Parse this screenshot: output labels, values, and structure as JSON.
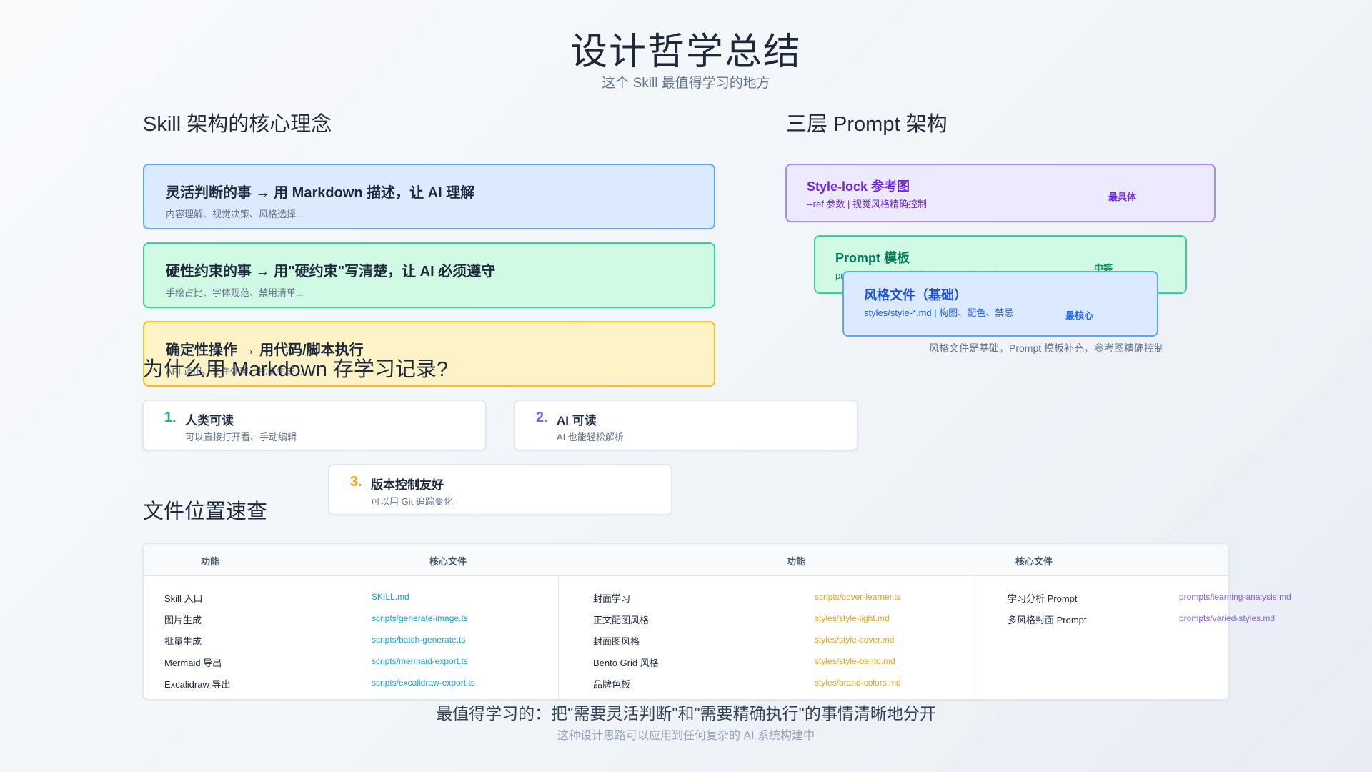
{
  "title": "设计哲学总结",
  "subtitle": "这个 Skill 最值得学习的地方",
  "sections": {
    "core": {
      "heading": "Skill 架构的核心理念",
      "cards": [
        {
          "title": "灵活判断的事 → 用 Markdown 描述，让 AI 理解",
          "desc": "内容理解、视觉决策、风格选择..."
        },
        {
          "title": "硬性约束的事 → 用\"硬约束\"写清楚，让 AI 必须遵守",
          "desc": "手绘占比、字体规范、禁用清单..."
        },
        {
          "title": "确定性操作 → 用代码/脚本执行",
          "desc": "API 调用、文件处理、批量生成..."
        }
      ]
    },
    "layers": {
      "heading": "三层 Prompt 架构",
      "items": [
        {
          "title": "Style-lock 参考图",
          "desc": "--ref 参数 | 视觉风格精确控制",
          "badge": "最具体"
        },
        {
          "title": "Prompt 模板",
          "desc": "prompts/*.md | 动态内容注入、分析要点",
          "badge": "中等"
        },
        {
          "title": "风格文件（基础）",
          "desc": "styles/style-*.md | 构图、配色、禁忌",
          "badge": "最核心"
        }
      ],
      "note": "风格文件是基础，Prompt 模板补充，参考图精确控制"
    },
    "why": {
      "heading": "为什么用 Markdown 存学习记录?",
      "items": [
        {
          "num": "1.",
          "title": "人类可读",
          "desc": "可以直接打开看、手动编辑"
        },
        {
          "num": "2.",
          "title": "AI 可读",
          "desc": "AI 也能轻松解析"
        },
        {
          "num": "3.",
          "title": "版本控制友好",
          "desc": "可以用 Git 追踪变化"
        }
      ]
    },
    "files": {
      "heading": "文件位置速查",
      "headers": [
        "功能",
        "核心文件",
        "功能",
        "核心文件"
      ],
      "col1": [
        {
          "feature": "Skill 入口",
          "file": "SKILL.md"
        },
        {
          "feature": "图片生成",
          "file": "scripts/generate-image.ts"
        },
        {
          "feature": "批量生成",
          "file": "scripts/batch-generate.ts"
        },
        {
          "feature": "Mermaid 导出",
          "file": "scripts/mermaid-export.ts"
        },
        {
          "feature": "Excalidraw 导出",
          "file": "scripts/excalidraw-export.ts"
        }
      ],
      "col2": [
        {
          "feature": "封面学习",
          "file": "scripts/cover-learner.ts"
        },
        {
          "feature": "正文配图风格",
          "file": "styles/style-light.md"
        },
        {
          "feature": "封面图风格",
          "file": "styles/style-cover.md"
        },
        {
          "feature": "Bento Grid 风格",
          "file": "styles/style-bento.md"
        },
        {
          "feature": "品牌色板",
          "file": "styles/brand-colors.md"
        }
      ],
      "col3": [
        {
          "feature": "学习分析 Prompt",
          "file": "prompts/learning-analysis.md"
        },
        {
          "feature": "多风格封面 Prompt",
          "file": "prompts/varied-styles.md"
        }
      ]
    }
  },
  "footer": {
    "main": "最值得学习的：把\"需要灵活判断\"和\"需要精确执行\"的事情清晰地分开",
    "sub": "这种设计思路可以应用到任何复杂的 AI 系统构建中"
  },
  "colors": {
    "blue": "#60a5fa",
    "green": "#34d399",
    "yellow": "#fbbf24",
    "purple": "#a78bfa",
    "sky": "#0ea5e9",
    "amber": "#f59e0b",
    "violet": "#8b5cf6"
  }
}
